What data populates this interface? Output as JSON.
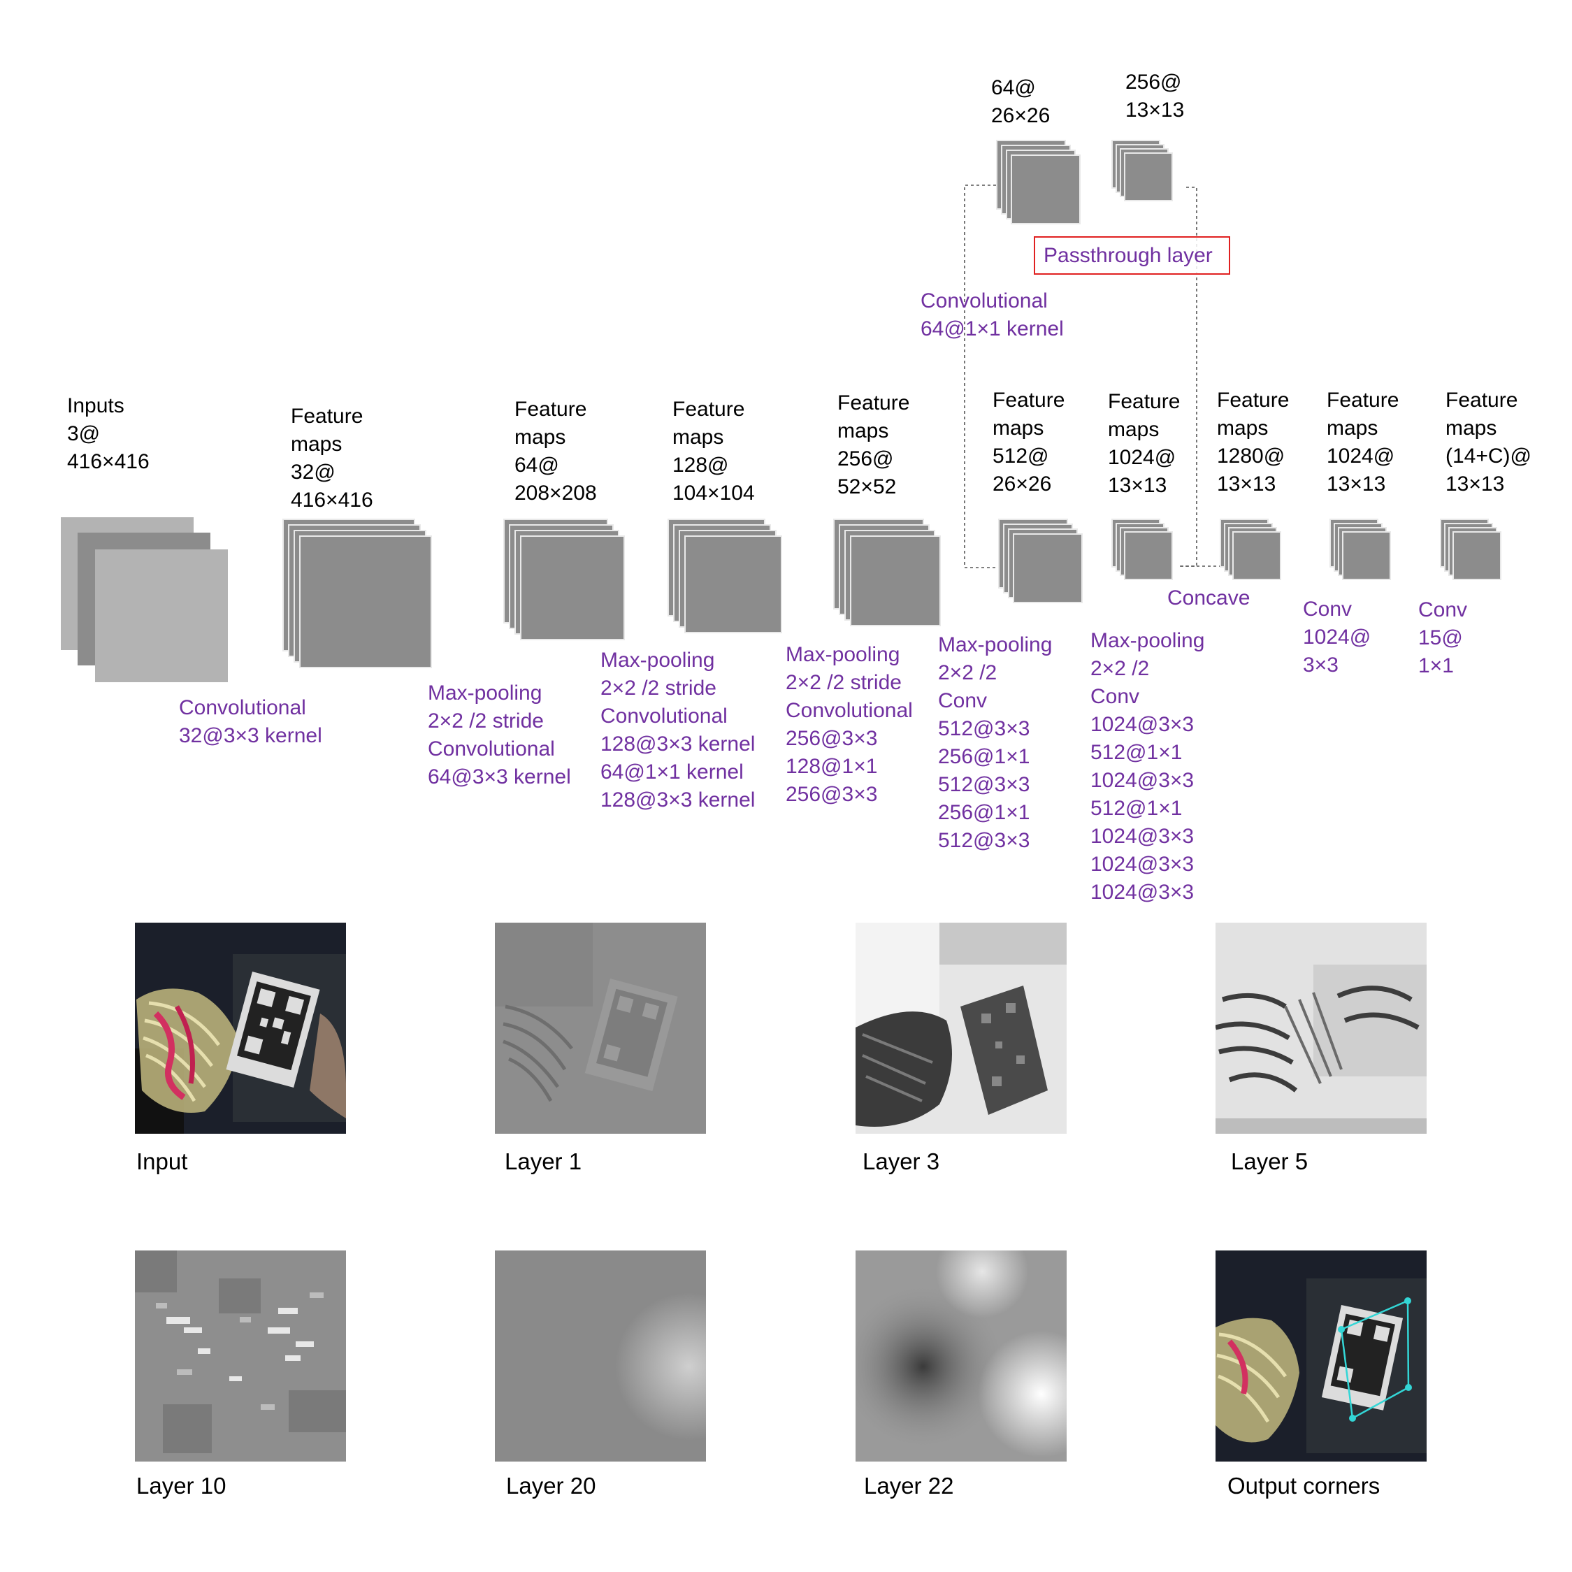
{
  "colors": {
    "operation_text": "#7030A0",
    "label_text": "#000000",
    "feature_map": "#8c8c8c",
    "input_light": "#b3b3b3",
    "input_dark": "#8c8c8c",
    "passthrough_border": "#e02020",
    "output_corner_box": "#33d6d6"
  },
  "architecture": {
    "inputs": "Inputs\n3@\n416×416",
    "fm1": "Feature\nmaps\n32@\n416×416",
    "fm2": "Feature\nmaps\n64@\n208×208",
    "fm3": "Feature\nmaps\n128@\n104×104",
    "fm4": "Feature\nmaps\n256@\n52×52",
    "fm5": "Feature\nmaps\n512@\n26×26",
    "fm6": "Feature\nmaps\n1024@\n13×13",
    "fm7": "Feature\nmaps\n1280@\n13×13",
    "fm8": "Feature\nmaps\n1024@\n13×13",
    "fm9": "Feature\nmaps\n(14+C)@\n13×13",
    "pt1": "64@\n26×26",
    "pt2": "256@\n13×13"
  },
  "operations": {
    "op1": "Convolutional\n32@3×3 kernel",
    "op2": "Max-pooling\n2×2 /2 stride\nConvolutional\n64@3×3 kernel",
    "op3": "Max-pooling\n2×2 /2 stride\nConvolutional\n128@3×3 kernel\n64@1×1 kernel\n128@3×3 kernel",
    "op4": "Max-pooling\n2×2 /2 stride\nConvolutional\n256@3×3\n128@1×1\n256@3×3",
    "op5": "Max-pooling\n2×2 /2\nConv\n512@3×3\n256@1×1\n512@3×3\n256@1×1\n512@3×3",
    "op6": "Max-pooling\n2×2 /2\nConv\n1024@3×3\n512@1×1\n1024@3×3\n512@1×1\n1024@3×3\n1024@3×3\n1024@3×3",
    "concave": "Concave",
    "op8": "Conv\n1024@\n3×3",
    "op9": "Conv\n15@\n 1×1",
    "pt_conv": "Convolutional\n64@1×1 kernel",
    "passthrough": "Passthrough layer"
  },
  "visualizations": [
    {
      "caption": "Input",
      "icon": "input-photo"
    },
    {
      "caption": "Layer 1",
      "icon": "layer-1-activation"
    },
    {
      "caption": "Layer 3",
      "icon": "layer-3-activation"
    },
    {
      "caption": "Layer 5",
      "icon": "layer-5-activation"
    },
    {
      "caption": "Layer 10",
      "icon": "layer-10-activation"
    },
    {
      "caption": "Layer 20",
      "icon": "layer-20-activation"
    },
    {
      "caption": "Layer 22",
      "icon": "layer-22-activation"
    },
    {
      "caption": "Output corners",
      "icon": "output-corners-photo"
    }
  ]
}
